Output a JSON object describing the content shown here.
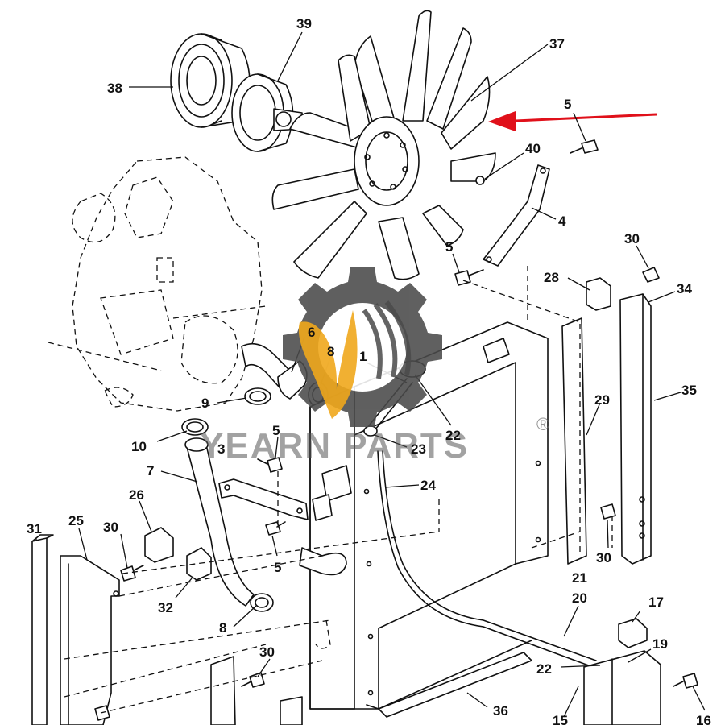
{
  "watermark": {
    "brand": "YEARN PARTS",
    "registered_mark": "®",
    "gear_color": "#4a4a4a",
    "flame_color": "#f0a81c"
  },
  "arrow_color": "#e0101a",
  "callouts": {
    "c38": "38",
    "c39": "39",
    "c37": "37",
    "c5a": "5",
    "c40": "40",
    "c4": "4",
    "c5b": "5",
    "c30a": "30",
    "c28": "28",
    "c34": "34",
    "c6": "6",
    "c8a": "8",
    "c1": "1",
    "c9": "9",
    "c22a": "22",
    "c35": "35",
    "c29": "29",
    "c10": "10",
    "c5c": "5",
    "c3": "3",
    "c23": "23",
    "c7": "7",
    "c24": "24",
    "c26": "26",
    "c30b": "30",
    "c31": "31",
    "c25": "25",
    "c5d": "5",
    "c32": "32",
    "c30c": "30",
    "c21": "21",
    "c20": "20",
    "c17": "17",
    "c8b": "8",
    "c30d": "30",
    "c19": "19",
    "c22b": "22",
    "c36": "36",
    "c15": "15",
    "c16": "16"
  }
}
